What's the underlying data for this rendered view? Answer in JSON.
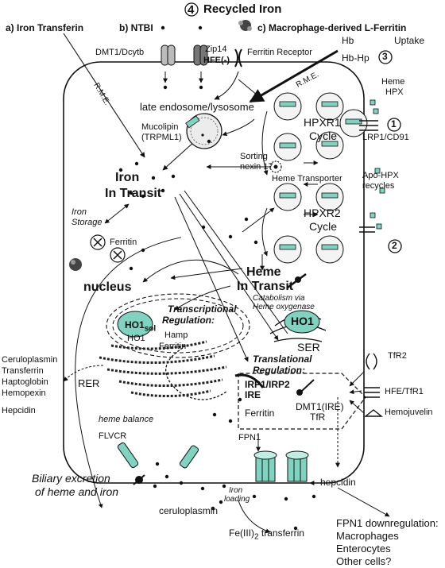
{
  "header": {
    "title": "Recycled Iron",
    "title_number": "4",
    "sources": {
      "a": "a) Iron Transferin",
      "b": "b) NTBI",
      "c": "c) Macrophage-derived L-Ferritin"
    }
  },
  "uptake": {
    "hb": "Hb",
    "hb_hp": "Hb-Hp",
    "uptake": "Uptake",
    "number": "3",
    "rme_top": "R.M.E.",
    "rme_left": "R.M.E.",
    "heme_hpx": [
      "Heme",
      "HPX"
    ]
  },
  "transporters": {
    "dmt1": "DMT1/Dcytb",
    "zip14": "Zip14",
    "hfe": "HFE(-)",
    "ferritin_receptor": "Ferritin Receptor"
  },
  "endosome": {
    "label": "late endosome/lysosome",
    "mucolipin": [
      "Mucolipin",
      "(TRPML1)"
    ]
  },
  "hpx": {
    "cycle1": [
      "HPXR1",
      "Cycle"
    ],
    "cycle2": [
      "HPXR2",
      "Cycle"
    ],
    "marker1": "1",
    "marker2": "2",
    "lrp": "LRP1/CD91",
    "sorting": [
      "Sorting",
      "nexin 17"
    ],
    "heme_transporter": "Heme Transporter",
    "apo_hpx": [
      "Apo-HPX",
      "recycles"
    ]
  },
  "iron": {
    "transit": [
      "Iron",
      "In Transit"
    ],
    "storage": [
      "Iron",
      "Storage"
    ],
    "ferritin": "Ferritin"
  },
  "heme": {
    "transit": [
      "Heme",
      "In Transit"
    ],
    "catabolism": [
      "Catabolism via",
      "Heme oxygenase"
    ],
    "ho1": "HO1",
    "ser": "SER"
  },
  "nucleus": {
    "label": "nucleus",
    "transcriptional": [
      "Transcriptional",
      "Regulation:"
    ],
    "ho1_sol": "HO1",
    "ho1_sub": "sol",
    "ho1": "HO1",
    "hamp": "Hamp",
    "ferritin": "Ferritin",
    "rer": "RER"
  },
  "translational": {
    "title": [
      "Translational",
      "Regulation:"
    ],
    "irp": "IRP1/IRP2",
    "ire": "IRE",
    "dmt1": "DMT1(IRE)",
    "tfr": "TfR",
    "ferritin": "Ferritin"
  },
  "secreted": {
    "items": [
      "Ceruloplasmin",
      "Transferrin",
      "Haptoglobin",
      "Hemopexin"
    ],
    "hepcidin": "Hepcidin"
  },
  "receptors": {
    "tfr2": "TfR2",
    "hfe_tfr1": "HFE/TfR1",
    "hemojuvelin": "Hemojuvelin"
  },
  "bottom": {
    "heme_balance": "heme balance",
    "flvcr": "FLVCR",
    "fpn1": "FPN1",
    "biliary": [
      "Biliary excretion",
      "of heme and iron"
    ],
    "iron_loading": [
      "Iron",
      "loading"
    ],
    "ceruloplasmin": "ceruloplasmin",
    "fe_transferrin": "Fe(III)",
    "fe_sub": "2",
    "fe_suffix": " transferrin",
    "hepcidin": "hepcidin",
    "downregulation": [
      "FPN1 downregulation:",
      "Macrophages",
      "Enterocytes",
      "Other cells?"
    ]
  }
}
